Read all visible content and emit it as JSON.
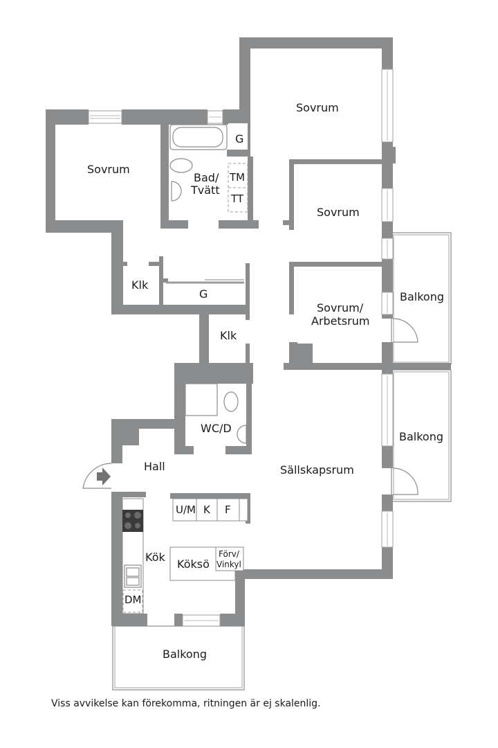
{
  "plan": {
    "rooms": {
      "sovrum_nw": "Sovrum",
      "bad_tvatt_line1": "Bad/",
      "bad_tvatt_line2": "Tvätt",
      "g_small": "G",
      "tm": "TM",
      "tt": "TT",
      "sovrum_ne": "Sovrum",
      "sovrum_e": "Sovrum",
      "sovrum_arbetsrum_line1": "Sovrum/",
      "sovrum_arbetsrum_line2": "Arbetsrum",
      "balkong_upper": "Balkong",
      "klk_west": "Klk",
      "g_hall": "G",
      "klk_center": "Klk",
      "wc_d": "WC/D",
      "hall": "Hall",
      "sallskapsrum": "Sällskapsrum",
      "balkong_middle": "Balkong",
      "um": "U/M",
      "k": "K",
      "f": "F",
      "kok": "Kök",
      "kokso": "Köksö",
      "forv_line1": "Förv/",
      "forv_line2": "Vinkyl",
      "dm": "DM",
      "balkong_lower": "Balkong"
    },
    "colors": {
      "wall": "#8a8c8e",
      "background": "#ffffff",
      "text": "#1a1a1a"
    }
  },
  "disclaimer": "Viss avvikelse kan förekomma, ritningen är ej skalenlig."
}
